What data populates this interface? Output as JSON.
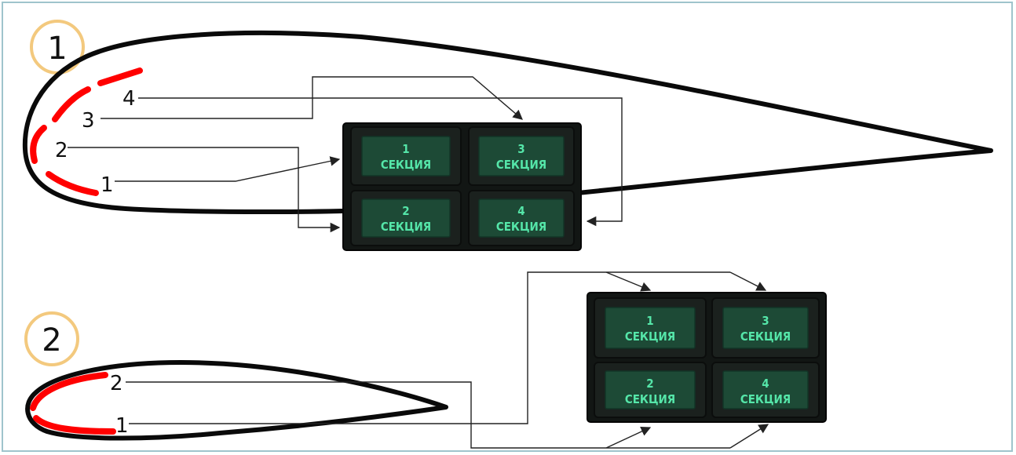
{
  "badges": [
    "1",
    "2"
  ],
  "diagram1_labels": [
    "1",
    "2",
    "3",
    "4"
  ],
  "diagram2_labels": [
    "1",
    "2"
  ],
  "panel": {
    "cells": [
      {
        "num": "1",
        "word": "СЕКЦИЯ"
      },
      {
        "num": "3",
        "word": "СЕКЦИЯ"
      },
      {
        "num": "2",
        "word": "СЕКЦИЯ"
      },
      {
        "num": "4",
        "word": "СЕКЦИЯ"
      }
    ]
  },
  "colors": {
    "heater": "#ff0000",
    "airfoil": "#0a0a0a",
    "badge_ring": "#f3c97e",
    "panel_text": "#55e6a9",
    "frame": "#9fc4cc"
  }
}
